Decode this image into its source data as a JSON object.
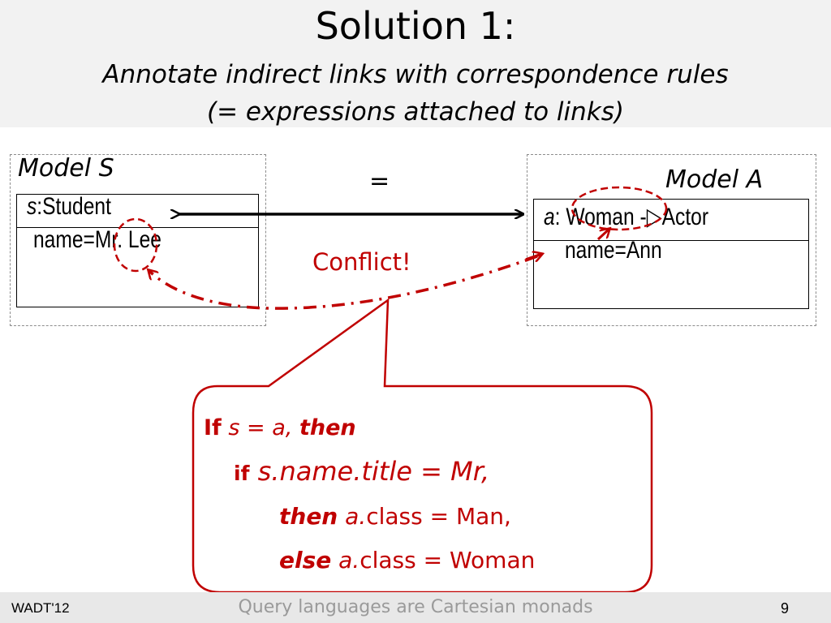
{
  "slide": {
    "title": "Solution 1:",
    "subtitle_line1": "Annotate indirect links with correspondence rules",
    "subtitle_line2": "(= expressions attached to links)"
  },
  "model_s": {
    "label": "Model  S",
    "object_var": "s",
    "object_class": ":Student",
    "attribute": "name=Mr. Lee"
  },
  "model_a": {
    "label": "Model  A",
    "object_var": "a",
    "colon": ": ",
    "object_class": "Woman",
    "generalization": "-▷",
    "superclass": "Actor",
    "attribute": "name=Ann"
  },
  "link_label": "=",
  "conflict_label": "Conflict!",
  "rule": {
    "line1_if": "If",
    "line1_cond": " s = a, ",
    "line1_then": "then",
    "line2_if": "if",
    "line2_cond": " s.name.title = Mr,",
    "line3_then": "then",
    "line3_var": "  a.",
    "line3_rest": "class = Man,",
    "line4_else": "else",
    "line4_var": "  a.",
    "line4_rest": "class = Woman"
  },
  "footer": {
    "left": "WADT'12",
    "center": "Query languages are Cartesian monads",
    "page": "9"
  },
  "colors": {
    "accent_red": "#c00000",
    "header_bg": "#f2f2f2",
    "footer_bg": "#e8e8e8"
  }
}
